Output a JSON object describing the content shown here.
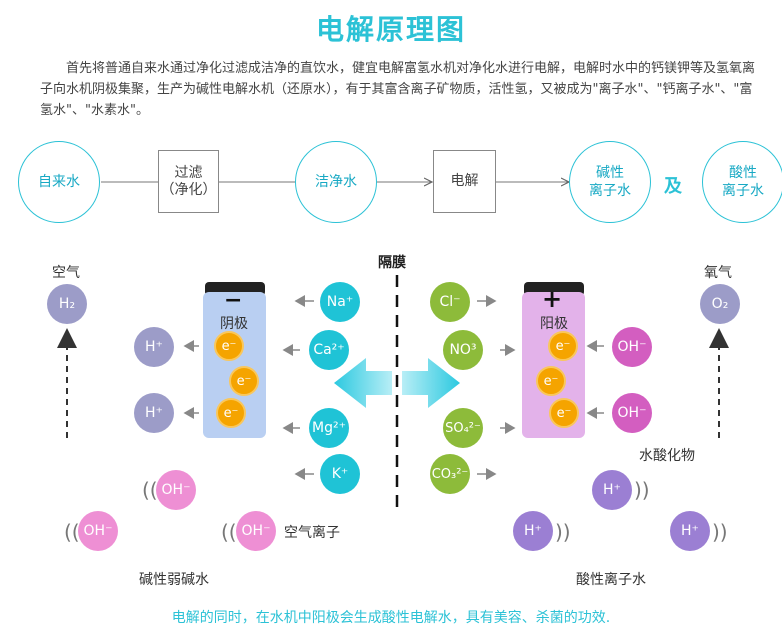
{
  "title": "电解原理图",
  "intro": "首先将普通自来水通过净化过滤成洁净的直饮水，健宜电解富氢水机对净化水进行电解，电解时水中的钙镁钾等及氢氧离子向水机阴极集聚，生产为碱性电解水机（还原水），有于其富含离子矿物质，活性氢，又被成为\"离子水\"、\"钙离子水\"、\"富氢水\"、\"水素水\"。",
  "flow": {
    "tap_water": "自来水",
    "filter": "过滤\n（净化）",
    "clean_water": "洁净水",
    "electrolysis": "电解",
    "alkaline_ion_water": "碱性\n离子水",
    "and": "及",
    "acidic_ion_water": "酸性\n离子水"
  },
  "diagram": {
    "membrane": "隔膜",
    "cathode_sign": "−",
    "cathode_label": "阴极",
    "anode_sign": "+",
    "anode_label": "阳极",
    "air_left": "空气",
    "h2": "H₂",
    "oxygen": "氧气",
    "o2": "O₂",
    "electron": "e⁻",
    "h_plus": "H⁺",
    "oh_minus": "OH⁻",
    "cations": [
      "Na⁺",
      "Ca²⁺",
      "Mg²⁺",
      "K⁺"
    ],
    "anions": [
      "Cl⁻",
      "NO³",
      "SO₄²⁻",
      "CO₃²⁻"
    ],
    "hydroxide_label": "水酸化物",
    "air_ion_label": "空气离子",
    "alkaline_weak_water": "碱性弱碱水",
    "acidic_ion_water": "酸性离子水"
  },
  "footer": "电解的同时，在水机中阳极会生成酸性电解水，具有美容、杀菌的功效.",
  "colors": {
    "accent": "#2cc2d6",
    "cation": "#1fc3d6",
    "anion": "#8dbb3a",
    "h_plus": "#9c9cc8",
    "oh_minus": "#d35ec0",
    "oh_minus_light": "#ee8fd4",
    "cathode_plate": "#b9cff2",
    "anode_plate": "#e3b2ea",
    "electron": "#f5a400"
  }
}
